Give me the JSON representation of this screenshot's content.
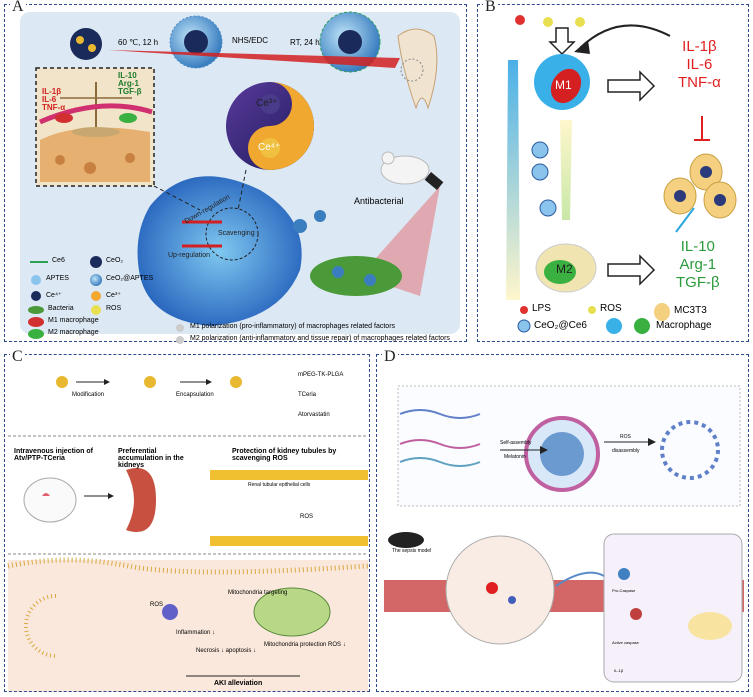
{
  "panels": {
    "A": {
      "label": "A",
      "synthesis": {
        "step1": "60 ℃, 12 h",
        "step2": "NHS/EDC",
        "step3": "RT, 24 h"
      },
      "inset": {
        "left_factors": [
          "IL-1β",
          "IL-6",
          "TNF-α"
        ],
        "right_factors": [
          "IL-10",
          "Arg-1",
          "TGF-β"
        ]
      },
      "yin_yang": {
        "top": "Ce³⁺",
        "bottom": "Ce⁴⁺"
      },
      "cell_text": {
        "down": "Down-regulation",
        "up": "Up-regulation",
        "scavenging": "Scavenging"
      },
      "antibacterial": "Antibacterial",
      "legend": {
        "ce6": "Ce6",
        "ceo2": "CeO₂",
        "aptes": "APTES",
        "ceo2_aptes": "CeO₂@APTES",
        "ce4": "Ce⁴⁺",
        "ce3": "Ce³⁺",
        "bacteria": "Bacteria",
        "ros": "ROS",
        "m1": "M1 macrophage",
        "m2": "M2 macrophage",
        "m1_factors": "M1 polarization (pro-inflammatory) of macrophages related factors",
        "m2_factors": "M2 polarization (anti-inflammatory and tissue repair) of macrophages related factors"
      },
      "colors": {
        "background": "#dde9f4",
        "arrow": "#d42020"
      }
    },
    "B": {
      "label": "B",
      "m1": "M1",
      "m2": "M2",
      "pro_factors": [
        "IL-1β",
        "IL-6",
        "TNF-α"
      ],
      "anti_factors": [
        "IL-10",
        "Arg-1",
        "TGF-β"
      ],
      "legend": {
        "lps": "LPS",
        "ros": "ROS",
        "mc3t3": "MC3T3",
        "ceo2": "CeO₂@Ce6",
        "macrophage": "Macrophage"
      },
      "colors": {
        "pro": "#e02020",
        "anti": "#2a9a3a",
        "blue_arrow": "#2aa8e0"
      }
    },
    "C": {
      "label": "C",
      "top": {
        "modification": "Modification",
        "encapsulation": "Encapsulation"
      },
      "legend": {
        "polymer": "mPEG-TK-PLGA",
        "tceria": "TCeria",
        "atorvastatin": "Atorvastatin"
      },
      "mid": {
        "step1": "Intravenous injection of Atv/PTP-TCeria",
        "step2": "Preferential accumulation in the kidneys",
        "step3": "Protection of kidney tubules by scavenging ROS",
        "cells": "Renal tubular epithelial cells",
        "ros": "ROS"
      },
      "bottom": {
        "ros": "ROS",
        "inflammation": "Inflammation ↓",
        "targeting": "Mitochondria targeting",
        "necrosis": "Necrosis ↓ apoptosis ↓",
        "protection": "Mitochondria protection ROS ↓",
        "outcome": "AKI alleviation"
      }
    },
    "D": {
      "label": "D",
      "self_assembly": "Self-assembly",
      "melatonin": "Melatonin",
      "ros": "ROS",
      "disassembly": "disassembly",
      "sepsis": "The sepsis model",
      "labels": {
        "apoptosis": "Pro-Caspase",
        "caspase": "Active caspase",
        "il": "IL-1β"
      }
    }
  }
}
